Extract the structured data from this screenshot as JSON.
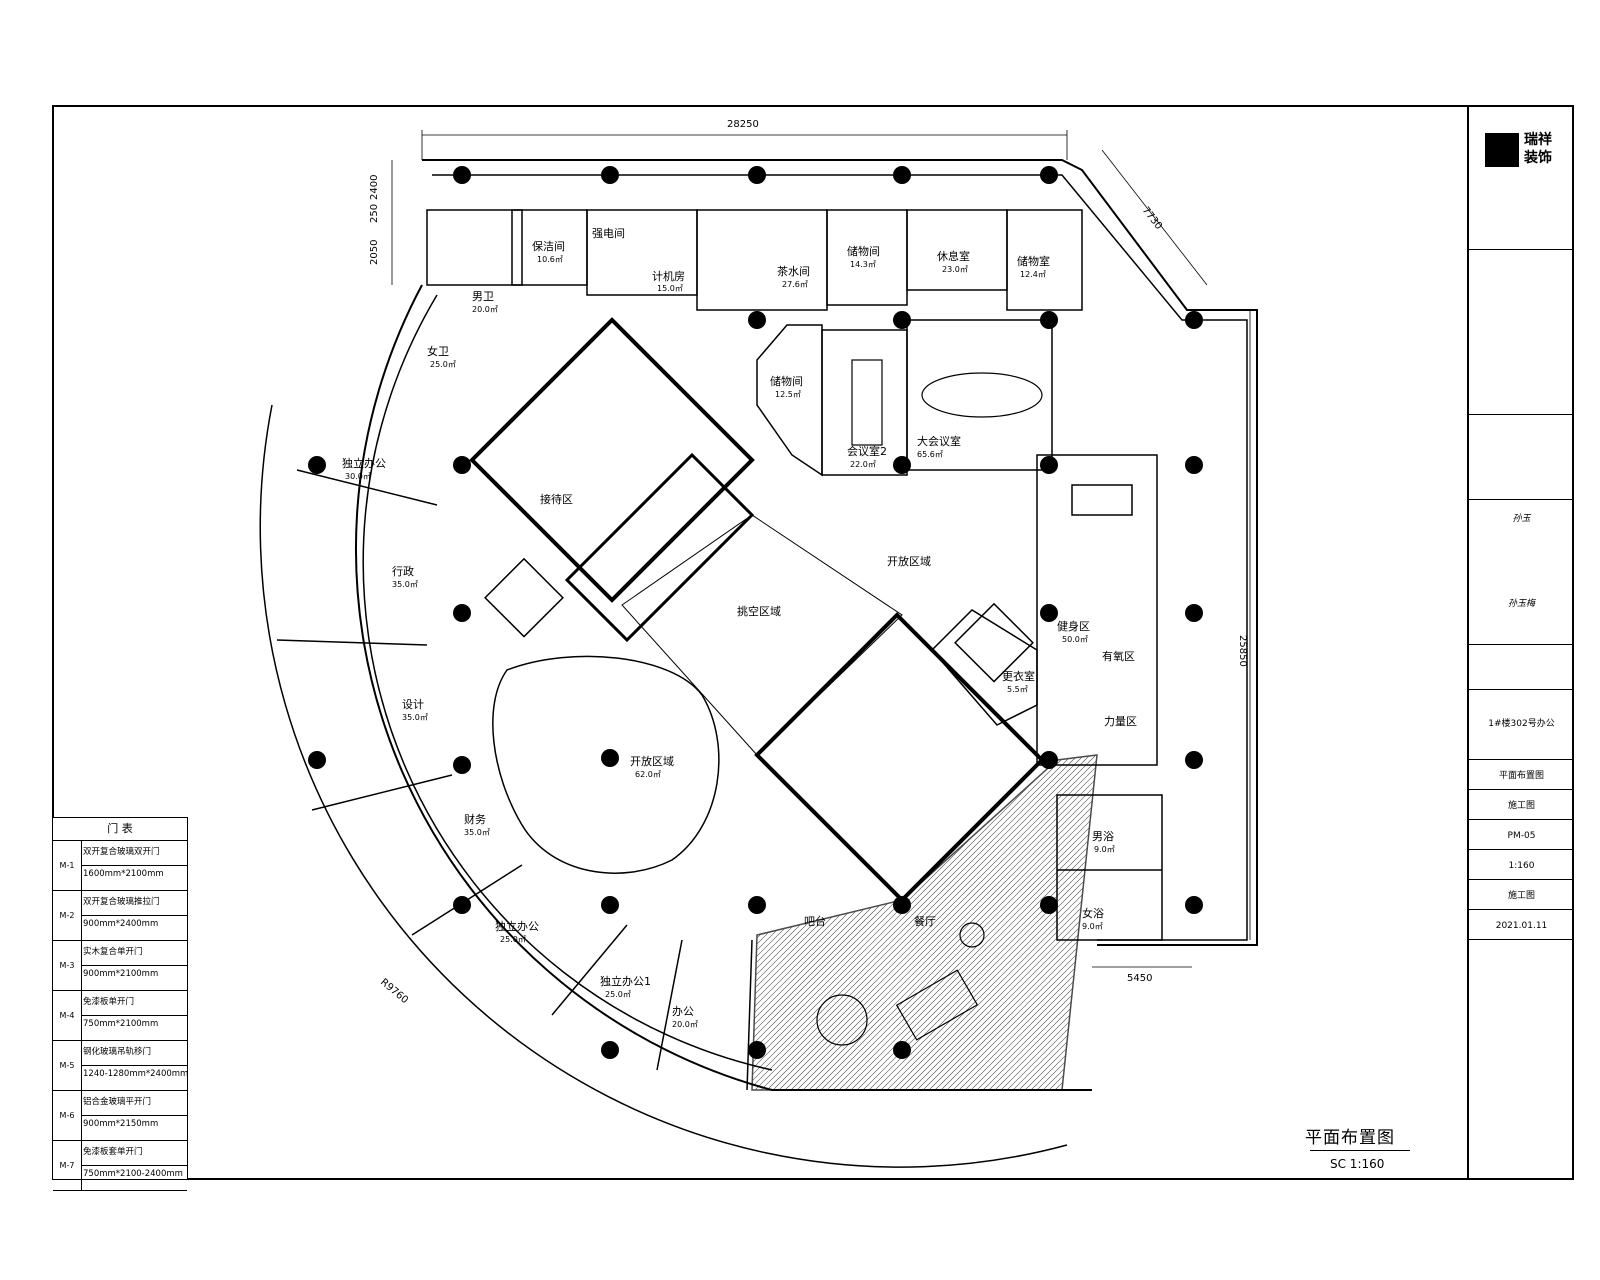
{
  "drawing": {
    "title": "平面布置图",
    "scale": "SC 1:160",
    "dimensions": {
      "top_width": "28250",
      "diag_top": "7730",
      "right_height": "25850",
      "bottom_right": "5450",
      "left_top_a": "2400",
      "left_top_b": "250",
      "left_top_c": "2050",
      "curve_radius": "R9760"
    }
  },
  "rooms": {
    "wc_male": "男卫",
    "wc_male_area": "20.0㎡",
    "cleaner": "保洁间",
    "cleaner_area": "10.6㎡",
    "electric": "强电间",
    "server": "计机房",
    "server_area": "15.0㎡",
    "water": "茶水间",
    "water_area": "27.6㎡",
    "storage1": "储物间",
    "storage1_area": "14.3㎡",
    "lounge": "休息室",
    "lounge_area": "23.0㎡",
    "storage2": "储物室",
    "storage2_area": "12.4㎡",
    "wc_female": "女卫",
    "wc_female_area": "25.0㎡",
    "storage3": "储物间",
    "storage3_area": "12.5㎡",
    "meeting2": "会议室2",
    "meeting2_area": "22.0㎡",
    "big_meeting": "大会议室",
    "big_meeting_area": "65.6㎡",
    "office_private": "独立办公",
    "office_private_area": "30.0㎡",
    "reception": "接待区",
    "admin": "行政",
    "admin_area": "35.0㎡",
    "design": "设计",
    "design_area": "35.0㎡",
    "finance": "财务",
    "finance_area": "35.0㎡",
    "office_private2": "独立办公",
    "office_private2_area": "25.0㎡",
    "office_private1": "独立办公1",
    "office_private1_area": "25.0㎡",
    "office_small": "办公",
    "office_small_area": "20.0㎡",
    "open_area": "开放区域",
    "open_area_value": "62.0㎡",
    "void_area": "挑空区域",
    "open_area_2": "开放区域",
    "gym": "健身区",
    "gym_area": "50.0㎡",
    "changing": "更衣室",
    "changing_area": "5.5㎡",
    "wc_m2": "男浴",
    "wc_m2_area": "9.0㎡",
    "wc_f2": "女浴",
    "wc_f2_area": "9.0㎡",
    "dining": "餐厅",
    "bar": "吧台",
    "aerobic": "有氧区",
    "strength": "力量区"
  },
  "door_list": {
    "header": "门 表",
    "rows": [
      {
        "code": "M-1",
        "line1": "双开复合玻璃双开门",
        "line2": "1600mm*2100mm"
      },
      {
        "code": "M-2",
        "line1": "双开复合玻璃推拉门",
        "line2": "900mm*2400mm"
      },
      {
        "code": "M-3",
        "line1": "实木复合单开门",
        "line2": "900mm*2100mm"
      },
      {
        "code": "M-4",
        "line1": "免漆板单开门",
        "line2": "750mm*2100mm"
      },
      {
        "code": "M-5",
        "line1": "钢化玻璃吊轨移门",
        "line2": "1240-1280mm*2400mm"
      },
      {
        "code": "M-6",
        "line1": "铝合金玻璃平开门",
        "line2": "900mm*2150mm"
      },
      {
        "code": "M-7",
        "line1": "免漆板套单开门",
        "line2": "750mm*2100-2400mm"
      }
    ]
  },
  "title_block": {
    "company_name_1": "瑞祥",
    "company_name_2": "装饰",
    "project_name": "1#楼302号办公",
    "drawing_name": "平面布置图",
    "drawing_no": "PM-05",
    "scale": "1:160",
    "date": "2021.01.11",
    "designer_sign": "孙玉",
    "checker_sign": "孙玉梅",
    "design_stage": "施工图"
  }
}
